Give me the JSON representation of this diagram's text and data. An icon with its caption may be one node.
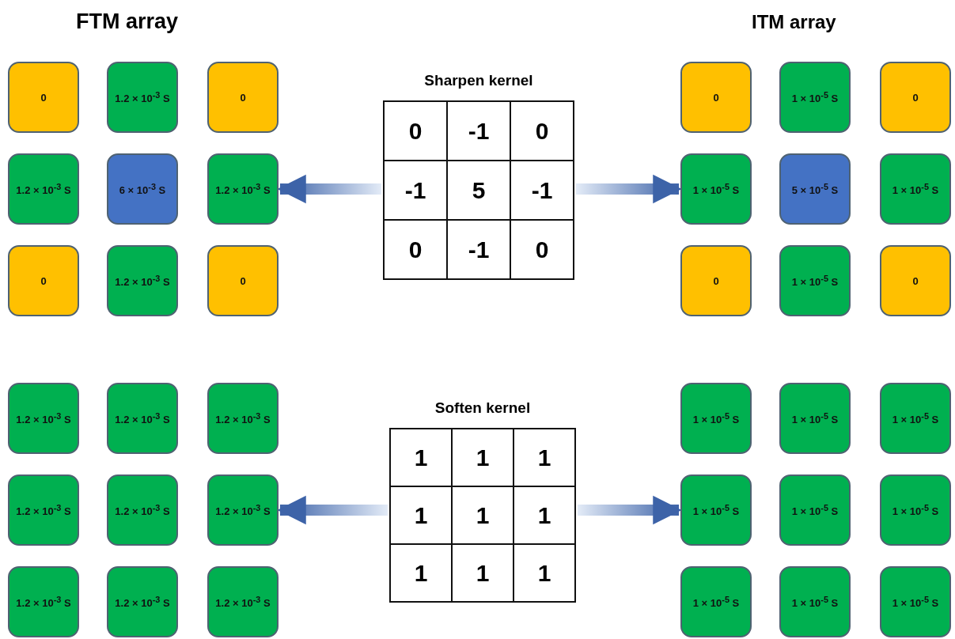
{
  "diagram": {
    "nodes": [
      {
        "text": [
          "0"
        ]
      },
      {
        "text": [
          "1.2 × 10$^{-3}$ S"
        ]
      },
      {
        "text": [
          "0"
        ]
      },
      {
        "text": [
          "1.2 × 10$^{-3}$ S"
        ]
      },
      {
        "text": [
          "6 × 10$^{-3}$ S"
        ]
      },
      {
        "text": [
          "1.2 × 10$^{-3}$ S"
        ]
      },
      {
        "text": [
          "0"
        ]
      },
      {
        "text": [
          "1.2 × 10$^{-3}$ S"
        ]
      },
      {
        "text": [
          "0"
        ]
      },
      {
        "text": [
          "Sharpen kernel",
          "0",
          "-1",
          "0",
          "-1",
          "5",
          "-1",
          "0",
          "-1",
          "0"
        ]
      },
      {
        "text": [
          "0"
        ]
      },
      {
        "text": [
          "1 × 10$^{-5}$ S"
        ]
      },
      {
        "text": [
          "0"
        ]
      },
      {
        "text": [
          "1 × 10$^{-5}$ S"
        ]
      },
      {
        "text": [
          "5 × 10$^{-5}$ S"
        ]
      },
      {
        "text": [
          "1 × 10$^{-5}$ S"
        ]
      },
      {
        "text": [
          "0"
        ]
      },
      {
        "text": [
          "1 × 10$^{-5}$ S"
        ]
      },
      {
        "text": [
          "0"
        ]
      },
      {
        "text": [
          "1.2 × 10$^{-3}$ S"
        ]
      },
      {
        "text": [
          "1.2 × 10$^{-3}$ S"
        ]
      },
      {
        "text": [
          "1.2 × 10$^{-3}$ S"
        ]
      },
      {
        "text": [
          "1.2 × 10$^{-3}$ S"
        ]
      },
      {
        "text": [
          "1.2 × 10$^{-3}$ S"
        ]
      },
      {
        "text": [
          "1.2 × 10$^{-3}$ S"
        ]
      },
      {
        "text": [
          "1.2 × 10$^{-3}$ S"
        ]
      },
      {
        "text": [
          "1.2 × 10$^{-3}$ S"
        ]
      },
      {
        "text": [
          "1.2 × 10$^{-3}$ S"
        ]
      },
      {
        "text": [
          "Soften kernel",
          "1",
          "1",
          "1",
          "1",
          "1",
          "1",
          "1",
          "1",
          "1"
        ]
      },
      {
        "text": [
          "1 × 10$^{-5}$ S"
        ]
      },
      {
        "text": [
          "1 × 10$^{-5}$ S"
        ]
      },
      {
        "text": [
          "1 × 10$^{-5}$ S"
        ]
      },
      {
        "text": [
          "1 × 10$^{-5}$ S"
        ]
      },
      {
        "text": [
          "1 × 10$^{-5}$ S"
        ]
      },
      {
        "text": [
          "1 × 10$^{-5}$ S"
        ]
      },
      {
        "text": [
          "1 × 10$^{-5}$ S"
        ]
      },
      {
        "text": [
          "1 × 10$^{-5}$ S"
        ]
      },
      {
        "text": [
          "1 × 10$^{-5}$ S"
        ]
      }
    ],
    "edges": [
      {
        "from": 9,
        "to": 5,
        "arrow": "to"
      },
      {
        "from": 9,
        "to": 13,
        "arrow": "to"
      },
      {
        "from": 28,
        "to": 24,
        "arrow": "to"
      },
      {
        "from": 28,
        "to": 32,
        "arrow": "to"
      }
    ],
    "labels": [
      "FTM array",
      "ITM array"
    ]
  }
}
